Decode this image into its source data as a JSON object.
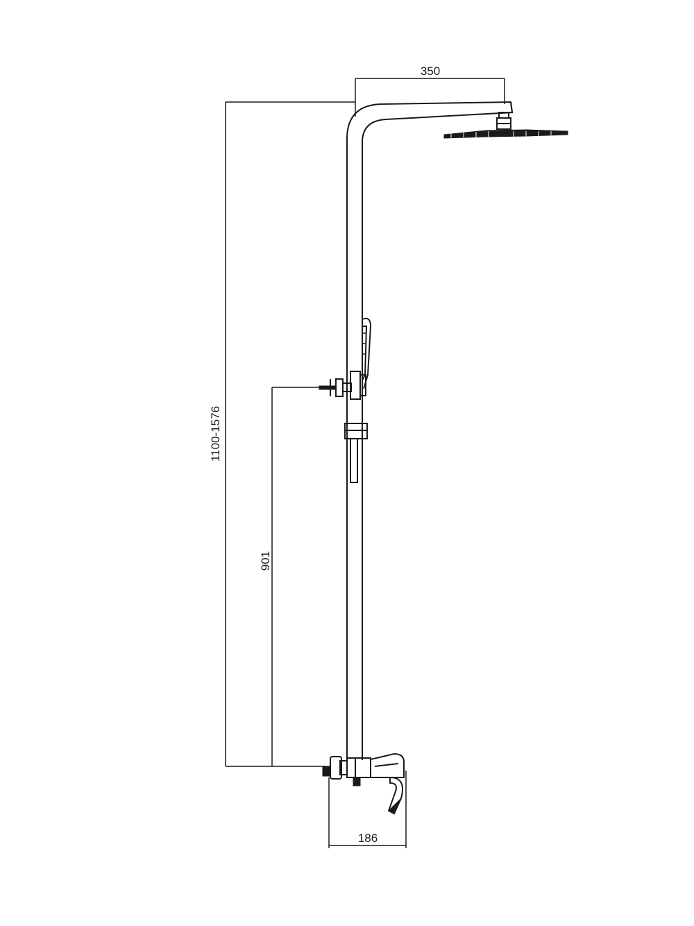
{
  "dimensions": {
    "arm_reach": "350",
    "total_height": "1100-1576",
    "diverter_height": "901",
    "mixer_width": "186"
  },
  "colors": {
    "ink": "#1a1a1a",
    "background": "#ffffff"
  }
}
